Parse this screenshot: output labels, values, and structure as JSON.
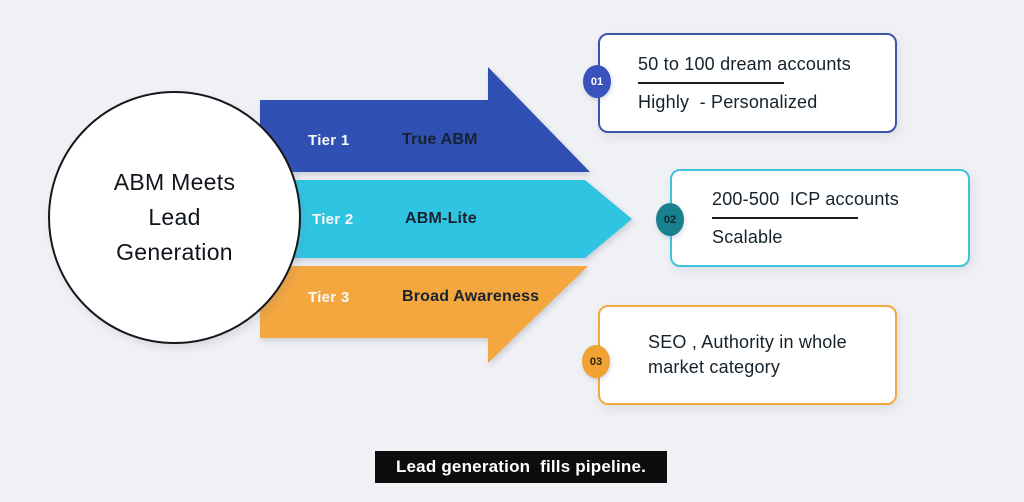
{
  "colors": {
    "background": "#f0f1f5",
    "tier1_arrow": "#2f4fb3",
    "tier2_arrow": "#2fc5e2",
    "tier3_arrow": "#f4a73f",
    "card1_border": "#3c55a9",
    "card2_border": "#3fc3da",
    "card3_border": "#f2a93e",
    "badge1_bg": "#3952bd",
    "badge2_bg": "#19808f",
    "badge3_bg": "#f0a233",
    "footer_bg": "#0d0d0d"
  },
  "circle": {
    "line1": "ABM Meets",
    "line2": "Lead",
    "line3": "Generation"
  },
  "tiers": [
    {
      "tier": "Tier 1",
      "title": "True ABM",
      "color": "#2f4fb3"
    },
    {
      "tier": "Tier 2",
      "title": "ABM-Lite",
      "color": "#2fc5e2"
    },
    {
      "tier": "Tier 3",
      "title": "Broad Awareness",
      "color": "#f4a73f"
    }
  ],
  "cards": [
    {
      "number": "01",
      "line1": "50 to 100 dream accounts",
      "line2": "Highly  - Personalized"
    },
    {
      "number": "02",
      "line1": "200-500  ICP accounts",
      "line2": "Scalable"
    },
    {
      "number": "03",
      "line1": "SEO , Authority in whole",
      "line2": "market category"
    }
  ],
  "footer": {
    "label": "Lead generation  fills pipeline."
  }
}
